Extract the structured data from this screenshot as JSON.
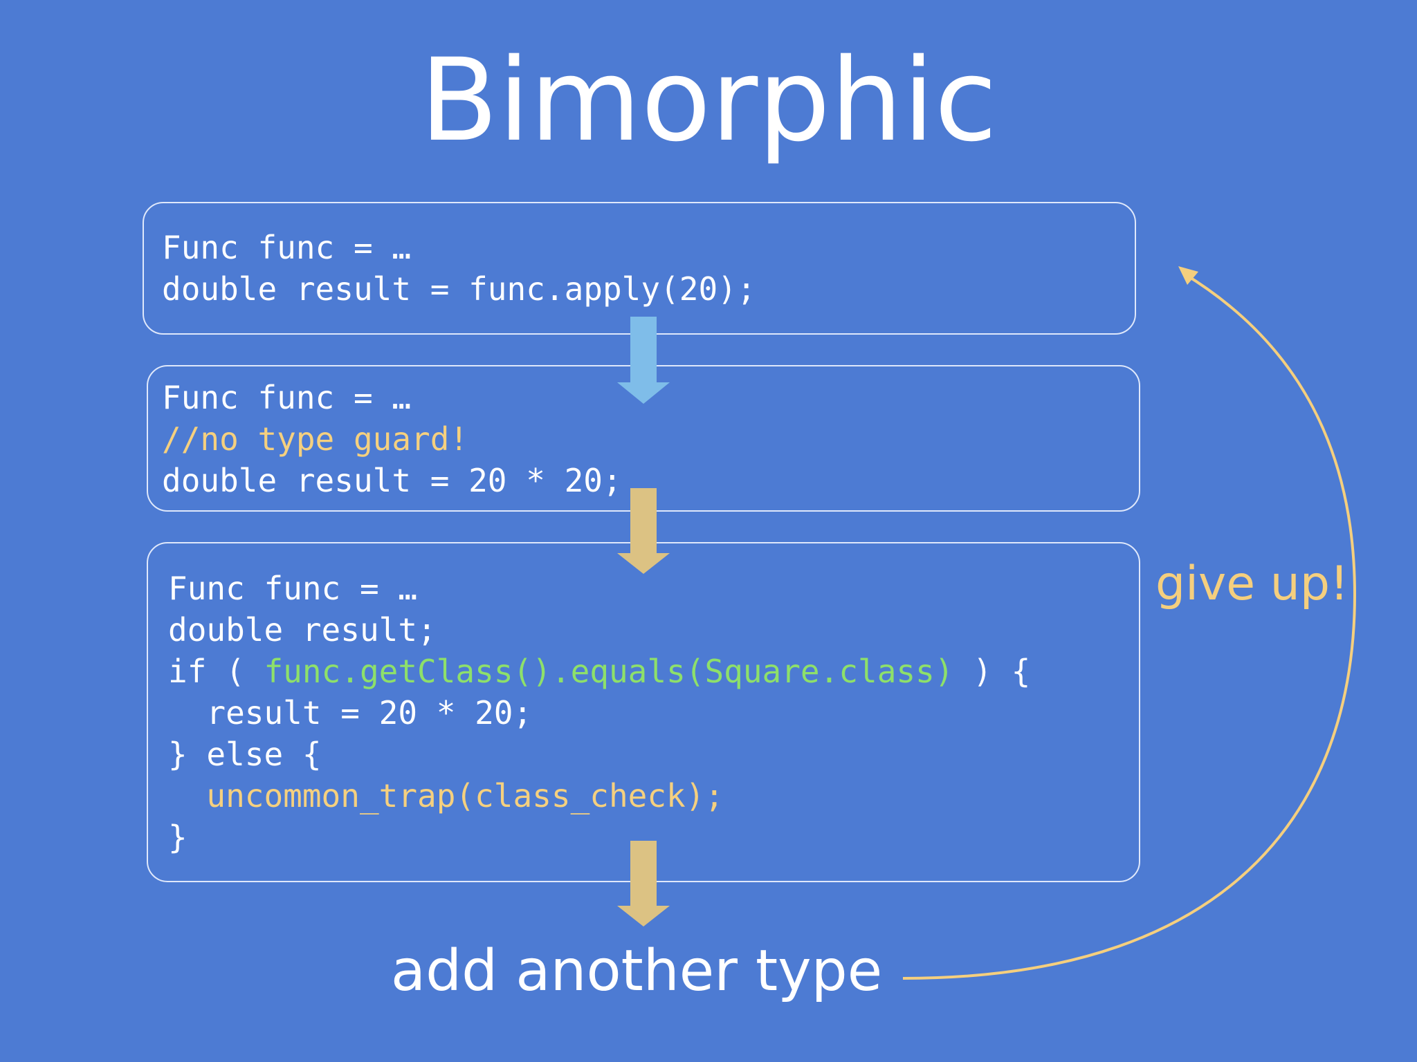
{
  "slide": {
    "title": "Bimorphic",
    "background_color": "#4d7bd3",
    "code_color": "#ffffff",
    "comment_color": "#f5d07f",
    "highlight_color": "#8ee06a",
    "arrow_colors": {
      "first": "#7fbde9",
      "others": "#dcc283",
      "give_up": "#f5cf7e"
    }
  },
  "box1": {
    "lines": [
      "Func func = …",
      "double result = func.apply(20);"
    ]
  },
  "box2": {
    "lines": [
      "Func func = …",
      "//no type guard!",
      "double result = 20 * 20;"
    ]
  },
  "box3": {
    "line1": "Func func = …",
    "line2": "double result;",
    "line3_prefix": "if ( ",
    "line3_highlight": "func.getClass().equals(Square.class)",
    "line3_suffix": " ) {",
    "line4": "  result = 20 * 20;",
    "line5": "} else {",
    "line6": "  uncommon_trap(class_check);",
    "line7": "}"
  },
  "labels": {
    "add_another_type": "add another type",
    "give_up": "give up!"
  }
}
